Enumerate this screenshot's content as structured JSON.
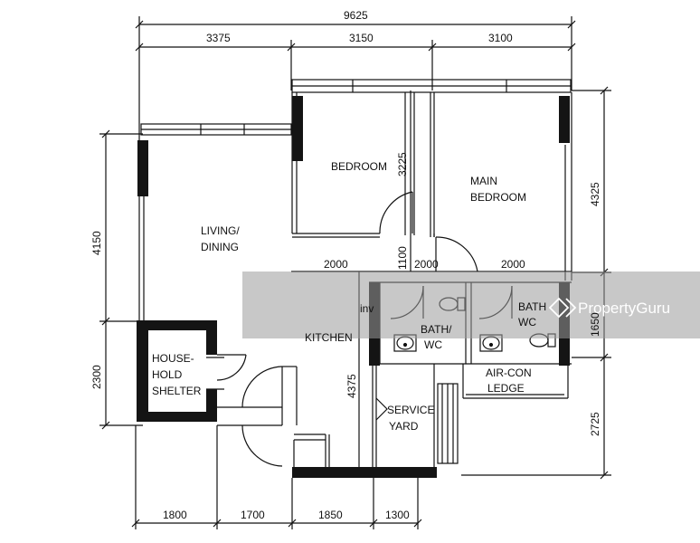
{
  "dimensions": {
    "overall_width": "9625",
    "top_left": "3375",
    "top_middle": "3150",
    "top_right": "3100",
    "right_upper": "4325",
    "right_middle": "1650",
    "right_lower": "2725",
    "left_upper": "4150",
    "left_lower": "2300",
    "bottom_1": "1800",
    "bottom_2": "1700",
    "bottom_3": "1850",
    "bottom_4": "1300",
    "bedroom_depth": "3225",
    "corridor_gap": "1100",
    "kitchen_depth": "4375",
    "inner_left": "2000",
    "inner_middle": "2000",
    "inner_right": "2000"
  },
  "rooms": {
    "bedroom": "BEDROOM",
    "main_bedroom_line1": "MAIN",
    "main_bedroom_line2": "BEDROOM",
    "living_line1": "LIVING/",
    "living_line2": "DINING",
    "kitchen": "KITCHEN",
    "shelter_line1": "HOUSE-",
    "shelter_line2": "HOLD",
    "shelter_line3": "SHELTER",
    "bath1_line1": "BATH/",
    "bath1_line2": "WC",
    "bath2_line1": "BATH",
    "bath2_line2": "WC",
    "service_line1": "SERVICE",
    "service_line2": "YARD",
    "aircon_line1": "AIR-CON",
    "aircon_line2": "LEDGE"
  },
  "watermark": {
    "brand": "PropertyGuru",
    "icon": "propertyguru-logo-icon",
    "fragment": "inv"
  },
  "colors": {
    "line": "#111111",
    "wall": "#141414",
    "watermark_band": "#9a9a9a"
  }
}
